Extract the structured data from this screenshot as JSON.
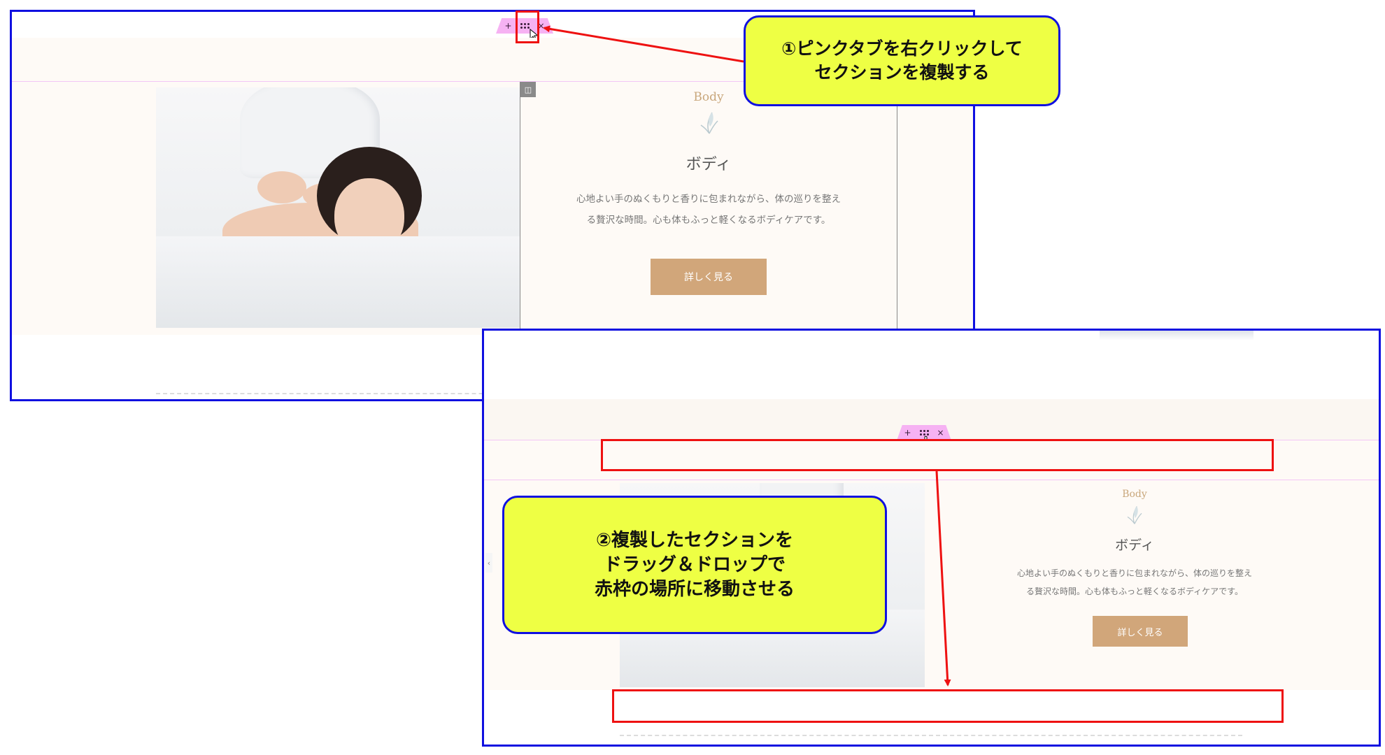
{
  "panel1": {
    "tab_icons": {
      "add": "+",
      "move": "grip-icon",
      "close": "×"
    },
    "card": {
      "en_title": "Body",
      "jp_title": "ボディ",
      "desc_line1": "心地よい手のぬくもりと香りに包まれながら、体の巡りを整え",
      "desc_line2": "る贅沢な時間。心も体もふっと軽くなるボディケアです。",
      "button_label": "詳しく見る"
    },
    "column_icon": "column-layout-icon"
  },
  "panel2": {
    "tab_icons": {
      "add": "+",
      "move": "grip-icon",
      "close": "×"
    },
    "card": {
      "en_title": "Body",
      "jp_title": "ボディ",
      "desc_line1": "心地よい手のぬくもりと香りに包まれながら、体の巡りを整え",
      "desc_line2": "る贅沢な時間。心も体もふっと軽くなるボディケアです。",
      "button_label": "詳しく見る"
    },
    "left_arrow": "‹"
  },
  "callout1": {
    "line1": "①ピンクタブを右クリックして",
    "line2": "セクションを複製する"
  },
  "callout2": {
    "line1": "②複製したセクションを",
    "line2": "ドラッグ＆ドロップで",
    "line3": "赤枠の場所に移動させる"
  },
  "colors": {
    "frame_blue": "#1010e0",
    "annotation_red": "#ee1111",
    "callout_yellow": "#eeff44",
    "pink_tab": "#f6b2f3",
    "button_tan": "#d1a67a"
  }
}
